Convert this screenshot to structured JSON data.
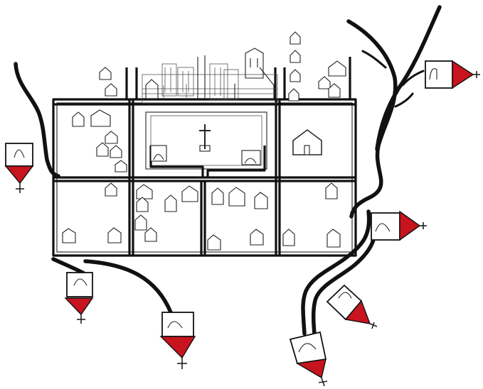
{
  "image": {
    "kind": "hand-drawn sketch",
    "subject_icon": "town-plan-sketch-icon",
    "colors": {
      "ink": "#111111",
      "accent_red": "#c8141e",
      "paper": "#ffffff"
    }
  },
  "plan": {
    "city_blocks": 8,
    "central_square_feature": "cross-icon",
    "monastery_icon": "cathedral-icon"
  },
  "roads": {
    "count": 6,
    "icon": "road-line-icon"
  },
  "shrines": {
    "count": 7,
    "icon": "roadside-chapel-icon"
  }
}
